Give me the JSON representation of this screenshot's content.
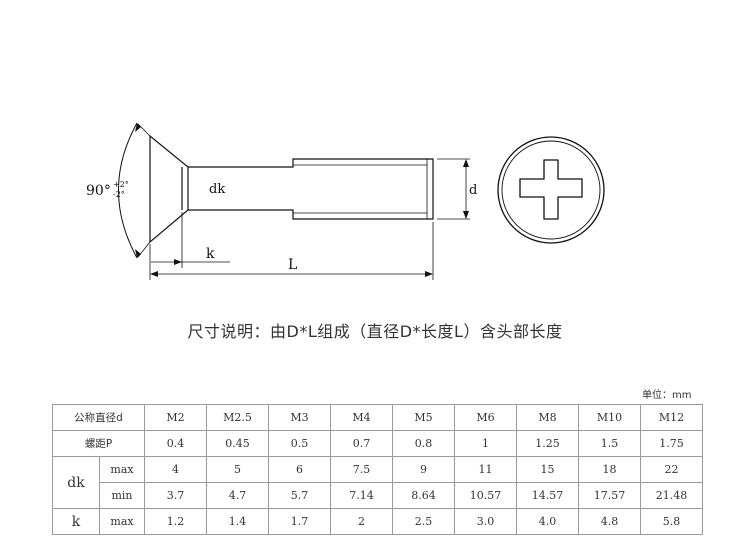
{
  "drawing": {
    "angle_label": "90°",
    "tol_plus": "+2°",
    "tol_minus": "-2°",
    "dk_label": "dk",
    "d_label": "d",
    "k_label": "k",
    "L_label": "L"
  },
  "caption": "尺寸说明：由D*L组成（直径D*长度L）含头部长度",
  "unit_label": "单位：mm",
  "table": {
    "header_label": "公称直径d",
    "sizes": [
      "M2",
      "M2.5",
      "M3",
      "M4",
      "M5",
      "M6",
      "M8",
      "M10",
      "M12"
    ],
    "pitch_label": "螺距P",
    "pitch": [
      "0.4",
      "0.45",
      "0.5",
      "0.7",
      "0.8",
      "1",
      "1.25",
      "1.5",
      "1.75"
    ],
    "dk_label": "dk",
    "max_label": "max",
    "min_label": "min",
    "dk_max": [
      "4",
      "5",
      "6",
      "7.5",
      "9",
      "11",
      "15",
      "18",
      "22"
    ],
    "dk_min": [
      "3.7",
      "4.7",
      "5.7",
      "7.14",
      "8.64",
      "10.57",
      "14.57",
      "17.57",
      "21.48"
    ],
    "k_label": "k",
    "k_max_label": "max",
    "k_max": [
      "1.2",
      "1.4",
      "1.7",
      "2",
      "2.5",
      "3.0",
      "4.0",
      "4.8",
      "5.8"
    ]
  }
}
